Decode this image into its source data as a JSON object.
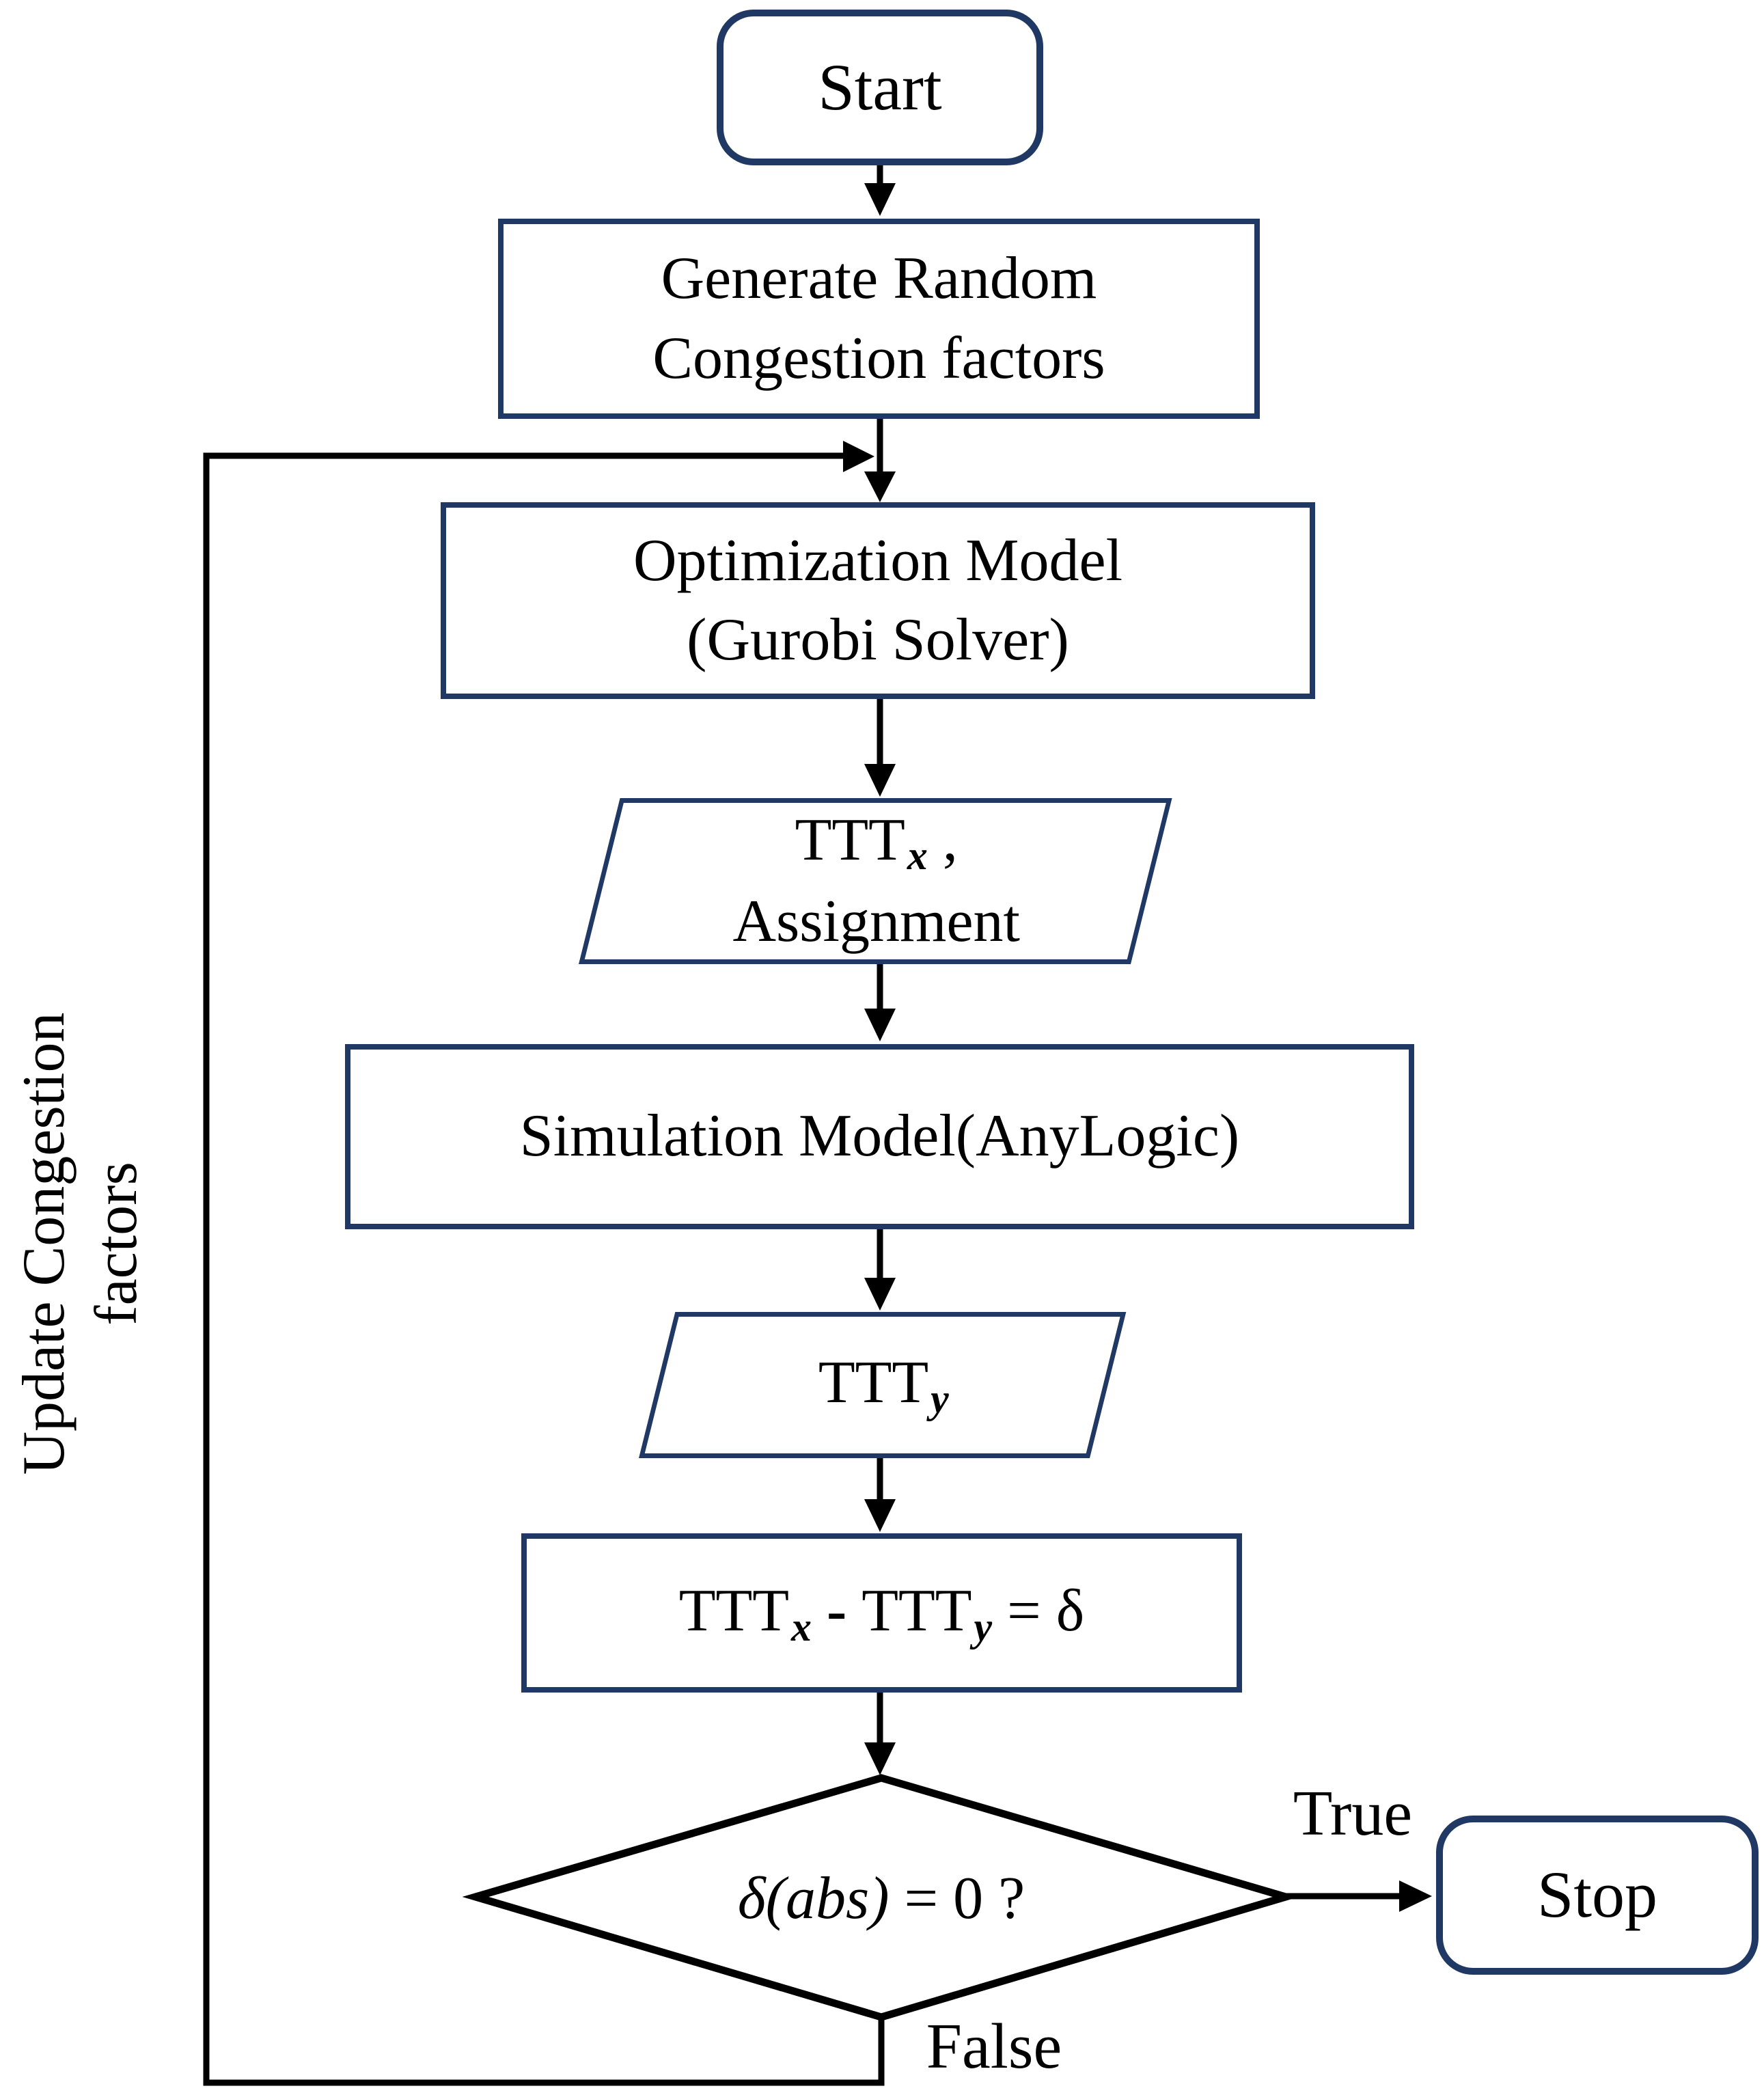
{
  "colors": {
    "shape_border": "#1f3864",
    "connector": "#000000",
    "text": "#000000",
    "background": "#ffffff"
  },
  "nodes": {
    "start": {
      "label": "Start"
    },
    "generate": {
      "line1": "Generate Random",
      "line2": "Congestion factors"
    },
    "optimization": {
      "line1": "Optimization Model",
      "line2": "(Gurobi Solver)"
    },
    "output_x": {
      "base": "TTT",
      "sub": "x",
      "suffix": " ,",
      "line2": "Assignment"
    },
    "simulation": {
      "label": "Simulation Model(AnyLogic)"
    },
    "output_y": {
      "base": "TTT",
      "sub": "y"
    },
    "delta_calc": {
      "base1": "TTT",
      "sub1": "x",
      "operator": " - ",
      "base2": "TTT",
      "sub2": "y",
      "equals": " = δ"
    },
    "decision": {
      "condition": "δ(abs)",
      "comparison": " = 0 ?"
    },
    "stop": {
      "label": "Stop"
    }
  },
  "labels": {
    "true_branch": "True",
    "false_branch": "False",
    "feedback_line1": "Update Congestion",
    "feedback_line2": "factors"
  }
}
